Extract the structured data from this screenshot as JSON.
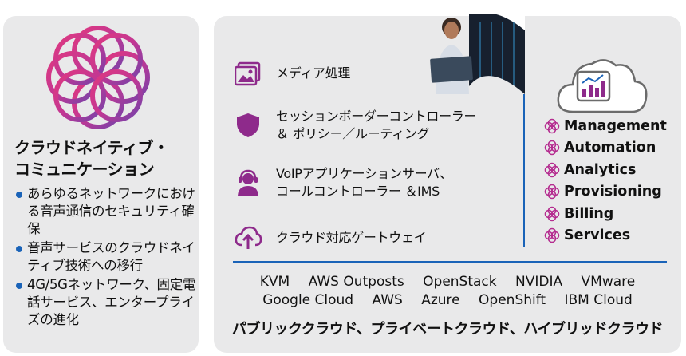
{
  "left": {
    "title_line1": "クラウドネイティブ・",
    "title_line2": "コミュニケーション",
    "bullets": [
      "あらゆるネットワークにおける音声通信のセキュリティ確保",
      "音声サービスのクラウドネイティブ技術への移行",
      "4G/5Gネットワーク、固定電話サービス、エンタープライズの進化"
    ]
  },
  "features": [
    {
      "icon": "media-image-icon",
      "line1": "メディア処理",
      "line2": ""
    },
    {
      "icon": "shield-icon",
      "line1": "セッションボーダーコントローラー",
      "line2": "＆ ポリシー／ルーティング"
    },
    {
      "icon": "headset-user-icon",
      "line1": "VoIPアプリケーションサーバ、",
      "line2": "コールコントローラー ＆IMS"
    },
    {
      "icon": "cloud-upload-icon",
      "line1": "クラウド対応ゲートウェイ",
      "line2": ""
    }
  ],
  "management": [
    "Management",
    "Automation",
    "Analytics",
    "Provisioning",
    "Billing",
    "Services"
  ],
  "platforms_row1": [
    "KVM",
    "AWS Outposts",
    "OpenStack",
    "NVIDIA",
    "VMware"
  ],
  "platforms_row2": [
    "Google Cloud",
    "AWS",
    "Azure",
    "OpenShift",
    "IBM Cloud"
  ],
  "cloud_types": "パブリッククラウド、プライベートクラウド、ハイブリッドクラウド",
  "colors": {
    "accent_purple": "#8e2a8b",
    "accent_blue": "#1a63b8",
    "panel_gray": "#e9e9ea",
    "logo_magenta": "#d12a7b"
  }
}
